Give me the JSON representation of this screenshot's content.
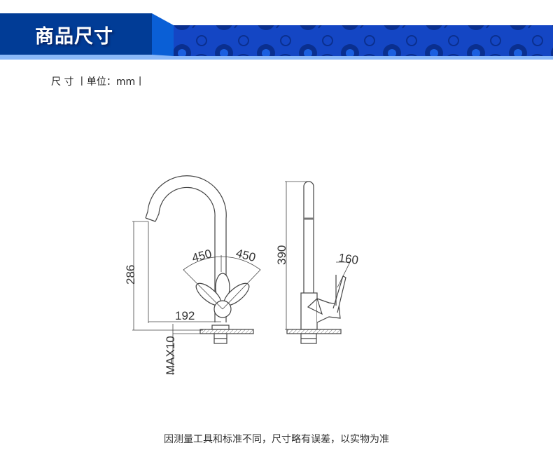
{
  "header": {
    "title": "商品尺寸",
    "colors": {
      "dark": "#013c96",
      "bright": "#0a5fd6",
      "light": "#8ab8f8",
      "pattern": "#0b3aa8"
    }
  },
  "unit_label": "尺 寸 丨单位：mm丨",
  "dimensions": {
    "height_spout": "286",
    "reach": "192",
    "angle_left": "450",
    "angle_right": "450",
    "counter_max": "MAX10",
    "height_total": "390",
    "handle": "160"
  },
  "note": "因测量工具和标准不同，尺寸略有误差，以实物为准"
}
